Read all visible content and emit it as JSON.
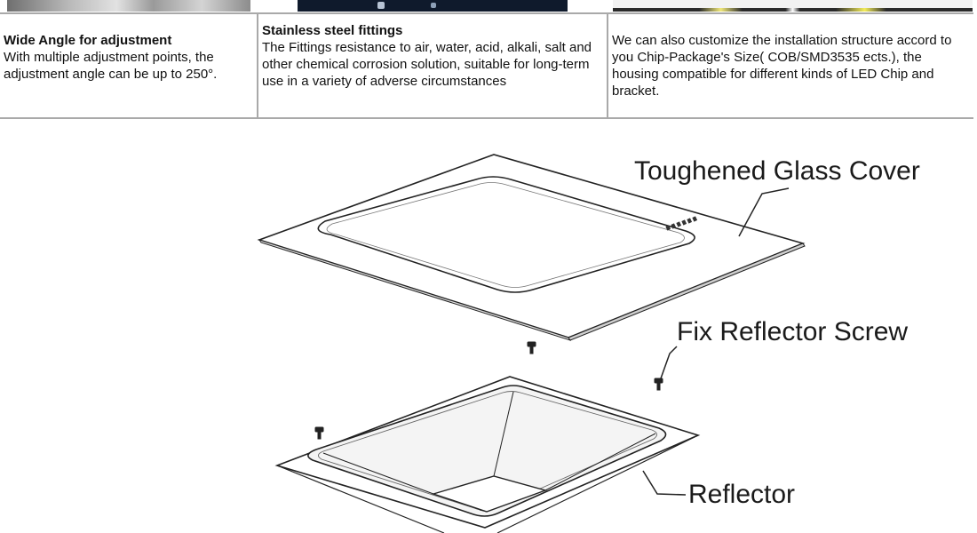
{
  "features": [
    {
      "title": "Wide Angle for adjustment",
      "body": "With multiple adjustment points, the adjustment angle can be up to 250°."
    },
    {
      "title": "Stainless steel fittings",
      "body": "The Fittings resistance to air, water, acid, alkali, salt and other chemical corrosion solution, suitable for long-term use in a variety of adverse circumstances"
    },
    {
      "title": "",
      "body": "We can also customize the installation structure accord to you Chip-Package's Size( COB/SMD3535 ects.), the housing compatible for different kinds of LED Chip and bracket."
    }
  ],
  "diagram": {
    "labels": {
      "glass_cover": "Toughened Glass Cover",
      "screw": "Fix Reflector Screw",
      "reflector": "Reflector"
    }
  }
}
